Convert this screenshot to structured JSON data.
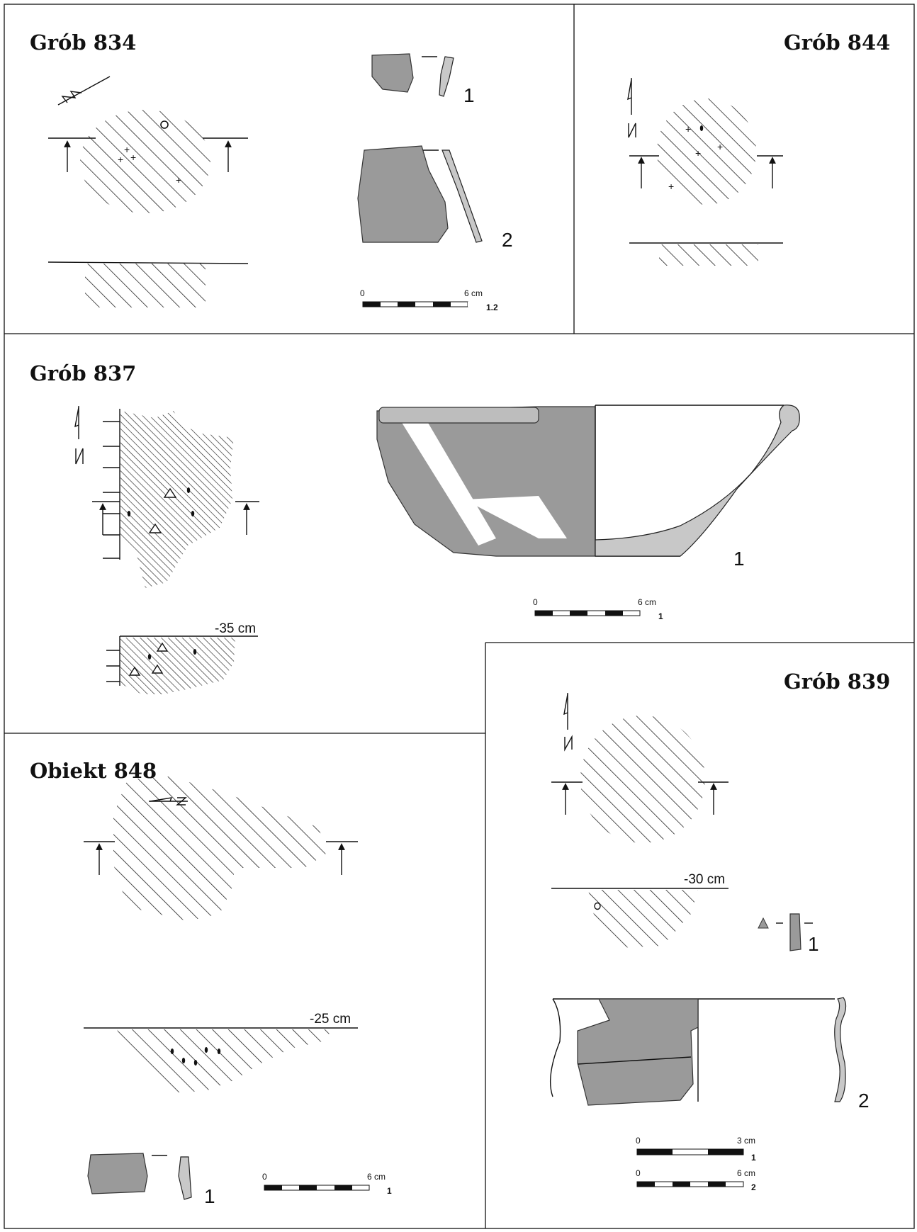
{
  "graves": [
    {
      "title": "Grób 834",
      "finds": [
        "1",
        "2"
      ],
      "scale": {
        "zero": "0",
        "end": "6 cm",
        "applies": "1.2"
      }
    },
    {
      "title": "Grób 844"
    },
    {
      "title": "Grób 837",
      "depth": "-35 cm",
      "finds": [
        "1"
      ],
      "scale": {
        "zero": "0",
        "end": "6 cm",
        "applies": "1"
      }
    },
    {
      "title": "Grób 839",
      "depth": "-30 cm",
      "finds": [
        "1",
        "2"
      ],
      "scales": [
        {
          "zero": "0",
          "end": "3 cm",
          "applies": "1"
        },
        {
          "zero": "0",
          "end": "6 cm",
          "applies": "2"
        }
      ]
    },
    {
      "title": "Obiekt 848",
      "depth": "-25 cm",
      "finds": [
        "1"
      ],
      "scale": {
        "zero": "0",
        "end": "6 cm",
        "applies": "1"
      }
    }
  ],
  "colors": {
    "ink": "#111111",
    "profile_fill": "#c8c8c8",
    "sherd_fill": "#9a9a9a"
  }
}
